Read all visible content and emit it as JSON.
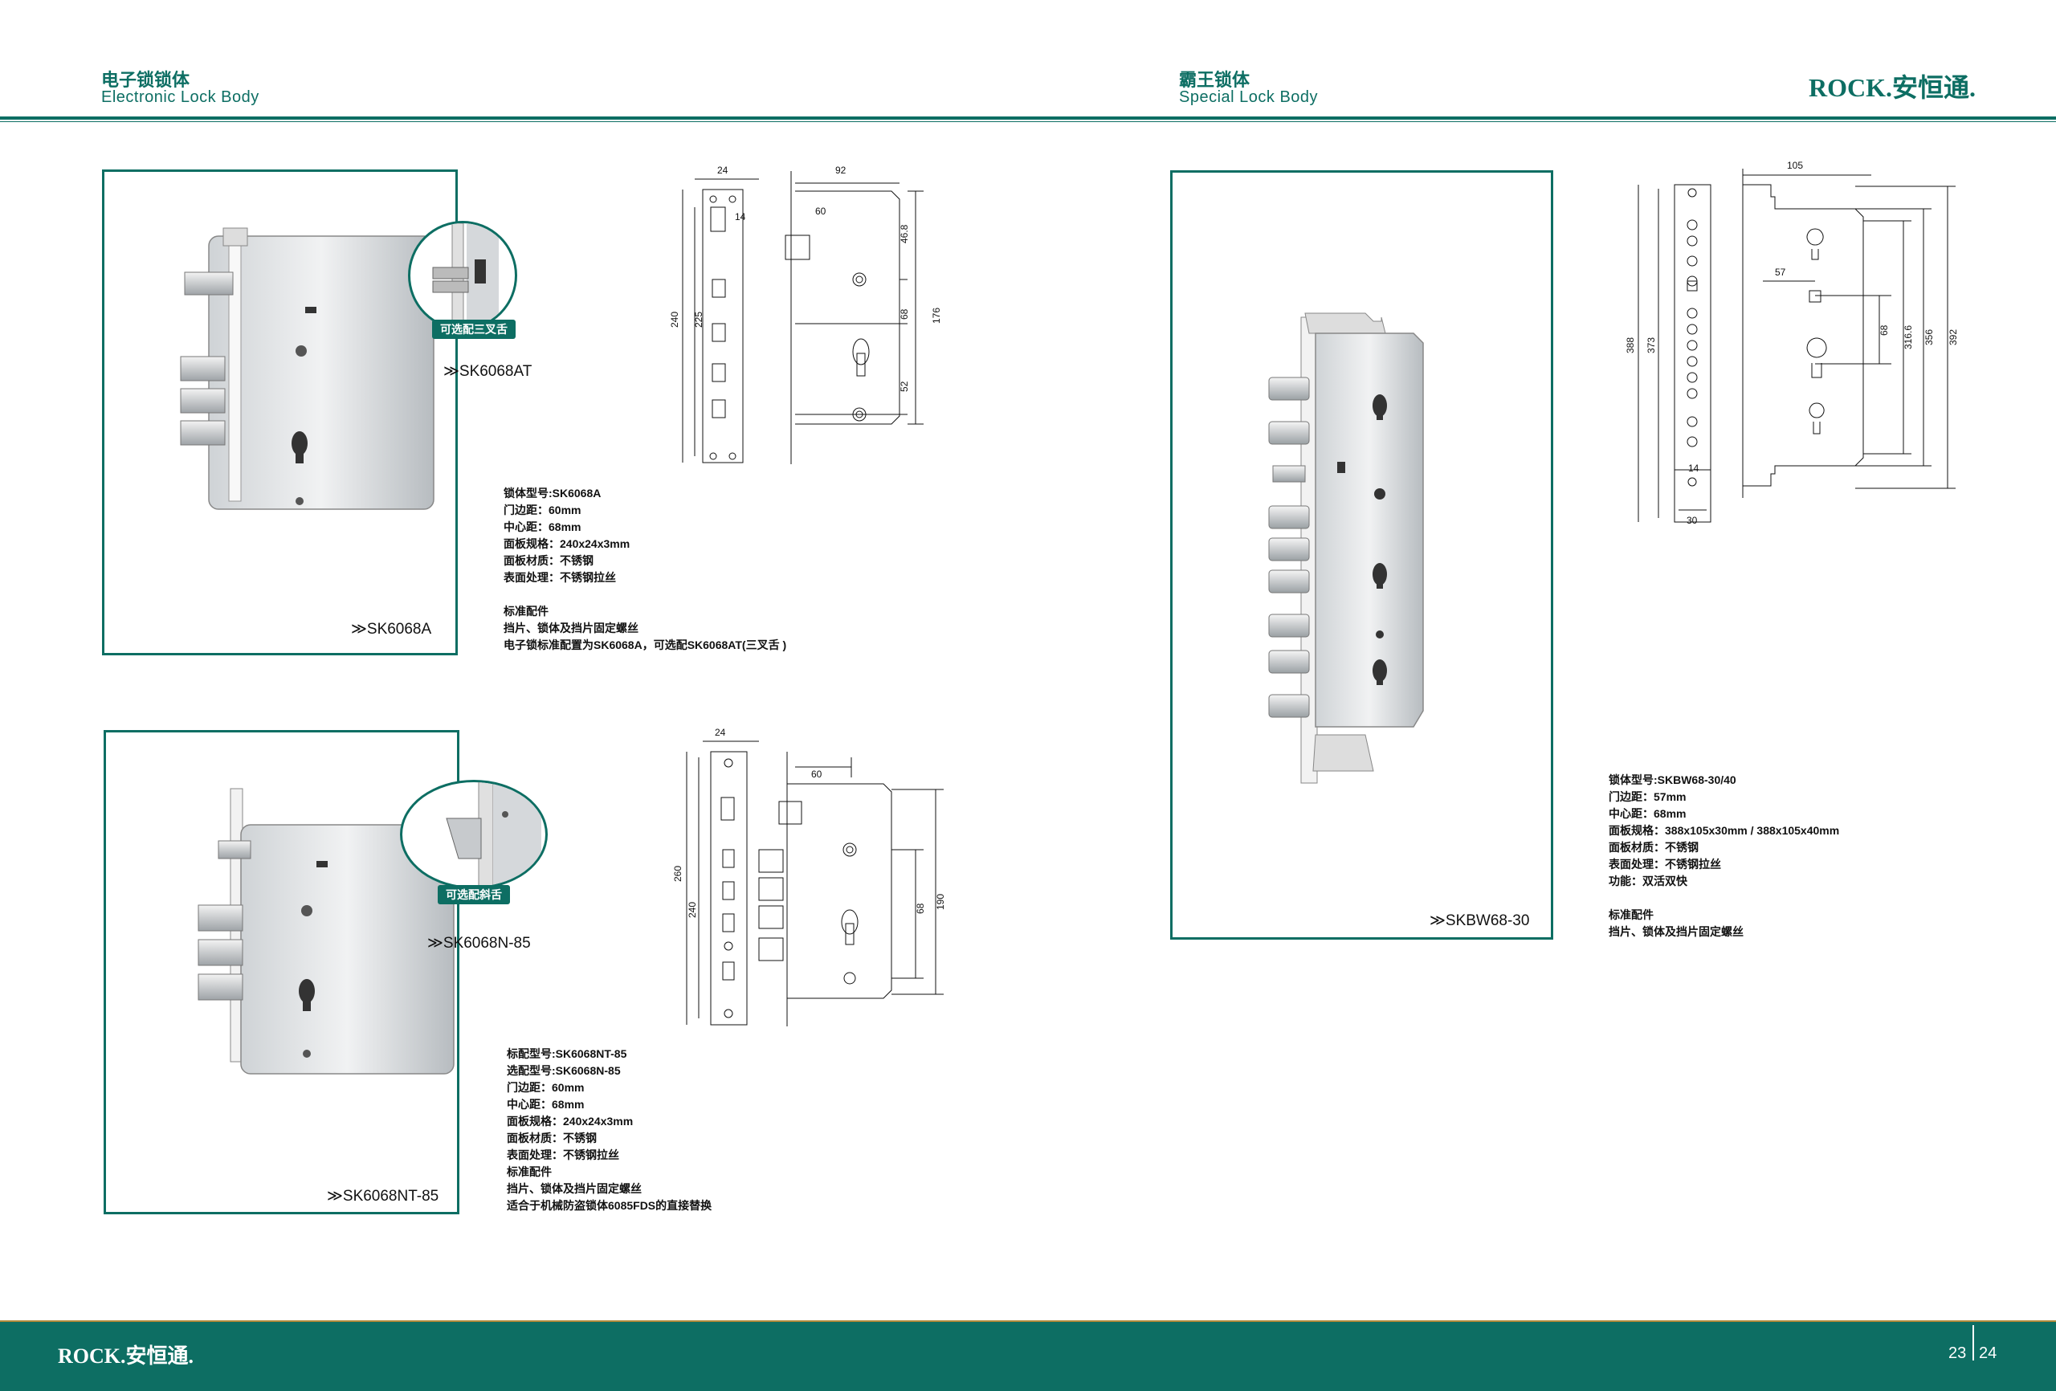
{
  "header": {
    "left_title_zh": "电子锁锁体",
    "left_title_en": "Electronic Lock  Body",
    "right_title_zh": "霸王锁体",
    "right_title_en": "Special Lock Body",
    "brand_en": "ROCK.",
    "brand_zh": "安恒通."
  },
  "product1": {
    "name": "≫SK6068A",
    "option_badge": "可选配三叉舌",
    "option_name": "≫SK6068AT",
    "specs": [
      "锁体型号:SK6068A",
      "门边距：60mm",
      "中心距：68mm",
      "面板规格：240x24x3mm",
      "面板材质：不锈钢",
      "表面处理：不锈钢拉丝"
    ],
    "accessories_title": "标准配件",
    "accessories": [
      "挡片、锁体及挡片固定螺丝",
      "电子锁标准配置为SK6068A，可选配SK6068AT(三叉舌 )"
    ],
    "dims": {
      "top_a": "24",
      "top_b": "92",
      "inner": "60",
      "small": "14",
      "h1": "240",
      "h2": "225",
      "d1": "46.8",
      "d2": "68",
      "d3": "52",
      "total": "176"
    }
  },
  "product2": {
    "name": "≫SK6068NT-85",
    "option_badge": "可选配斜舌",
    "option_name": "≫SK6068N-85",
    "specs": [
      "标配型号:SK6068NT-85",
      "选配型号:SK6068N-85",
      "门边距：60mm",
      "中心距：68mm",
      "面板规格：240x24x3mm",
      "面板材质：不锈钢",
      "表面处理：不锈钢拉丝",
      "标准配件",
      "挡片、锁体及挡片固定螺丝",
      "适合于机械防盗锁体6085FDS的直接替换"
    ],
    "dims": {
      "top_a": "24",
      "inner": "60",
      "h1": "260",
      "h2": "240",
      "d1": "68",
      "total": "190"
    }
  },
  "product3": {
    "name": "≫SKBW68-30",
    "specs": [
      "锁体型号:SKBW68-30/40",
      "门边距：57mm",
      "中心距：68mm",
      "面板规格：388x105x30mm / 388x105x40mm",
      "面板材质：不锈钢",
      "表面处理：不锈钢拉丝",
      "功能：双活双快"
    ],
    "accessories_title": "标准配件",
    "accessories": [
      "挡片、锁体及挡片固定螺丝"
    ],
    "dims": {
      "top": "105",
      "inner": "57",
      "h1": "388",
      "h2": "373",
      "d1": "68",
      "d2": "316.6",
      "d3": "356",
      "total": "392",
      "bot_a": "14",
      "bot_b": "30"
    }
  },
  "footer": {
    "brand_en": "ROCK.",
    "brand_zh": "安恒通.",
    "page_left": "23",
    "page_right": "24"
  },
  "colors": {
    "primary": "#0d6e63",
    "accent_line": "#b08a3a"
  }
}
